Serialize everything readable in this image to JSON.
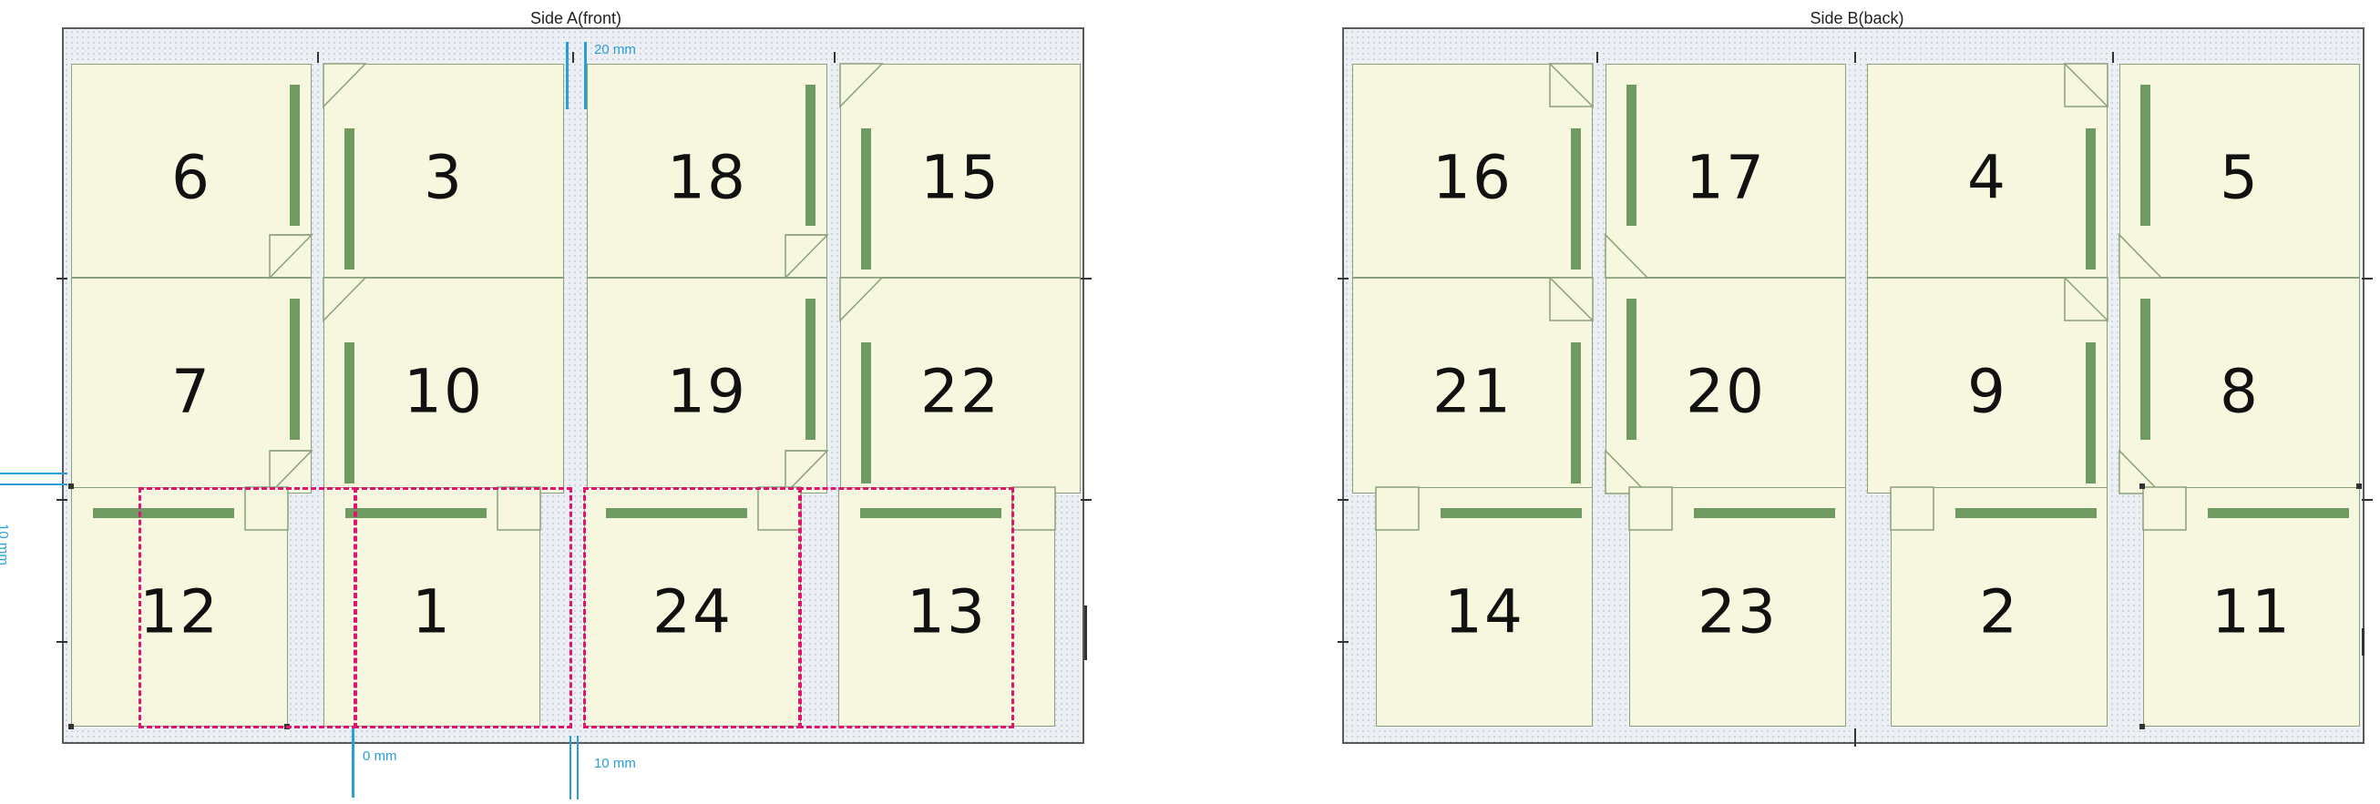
{
  "sheets": {
    "front": {
      "title": "Side A(front)"
    },
    "back": {
      "title": "Side B(back)"
    }
  },
  "pages": {
    "front": [
      "6",
      "3",
      "18",
      "15",
      "7",
      "10",
      "19",
      "22",
      "12",
      "1",
      "24",
      "13"
    ],
    "back": [
      "16",
      "17",
      "4",
      "5",
      "21",
      "20",
      "9",
      "8",
      "14",
      "23",
      "2",
      "11"
    ]
  },
  "dimensions": {
    "gutter_top": "20 mm",
    "gutter_bottom": "10 mm",
    "bleed_left": "0 mm",
    "margin_left": "10 mm"
  },
  "colors": {
    "page_fill": "#f7f7df",
    "spine": "#6f9b62",
    "cut_line": "#e0156d",
    "dimension": "#2a9fd6"
  }
}
